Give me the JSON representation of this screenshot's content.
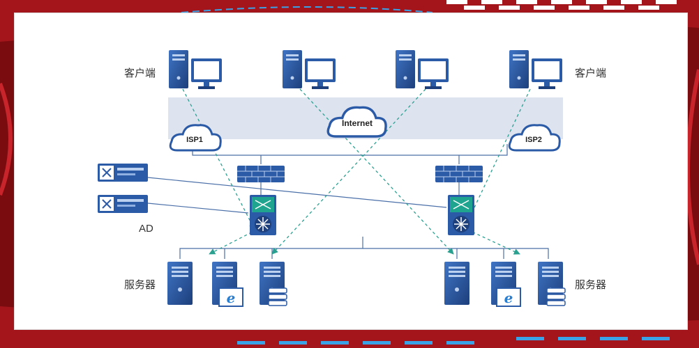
{
  "labels": {
    "clients_left": "客户端",
    "clients_right": "客户端",
    "servers_left": "服务器",
    "servers_right": "服务器",
    "internet": "Internet",
    "isp1": "ISP1",
    "isp2": "ISP2",
    "ad": "AD"
  },
  "colors": {
    "device_blue": "#2b5aa6",
    "device_dark": "#1d3f7c",
    "link_line": "#5a7fb2",
    "dashed_flow": "#2aa090",
    "internet_band": "#dde3ef",
    "background_red": "#8a0f14"
  },
  "icons": [
    "desktop-computer-icon",
    "cloud-icon",
    "firewall-icon",
    "core-switch-icon",
    "ad-appliance-icon",
    "server-tower-icon",
    "ie-browser-icon",
    "storage-server-icon"
  ]
}
